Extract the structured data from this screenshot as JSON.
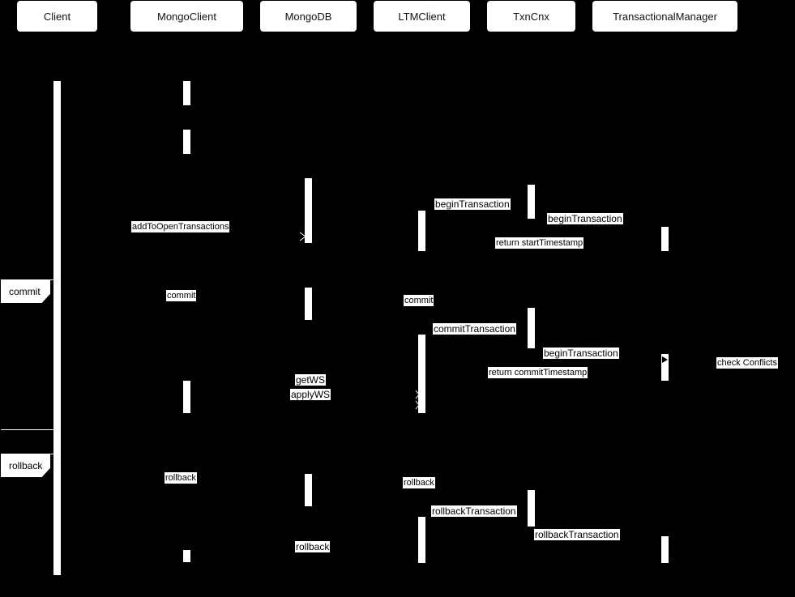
{
  "participants": [
    "Client",
    "MongoClient",
    "MongoDB",
    "LTMClient",
    "TxnCnx",
    "TransactionalManager"
  ],
  "fragments": {
    "commit": "commit",
    "rollback": "rollback"
  },
  "messages": {
    "begin_tx_ltm": "beginTransaction",
    "begin_tx_txn": "beginTransaction",
    "add_to_open": "addToOpenTransactions",
    "return_start_ts": "return startTimestamp",
    "commit_mc": "commit",
    "commit_ltm": "commit",
    "commit_transaction": "commitTransaction",
    "begin_tx_2": "beginTransaction",
    "check_conflicts": "check Conflicts",
    "return_commit_ts": "return commitTimestamp",
    "get_ws": "getWS",
    "apply_ws": "applyWS",
    "rollback_mc": "rollback",
    "rollback_ltm": "rollback",
    "rollback_transaction_1": "rollbackTransaction",
    "rollback_transaction_2": "rollbackTransaction",
    "rollback_db": "rollback"
  },
  "colors": {
    "background": "#000000",
    "foreground": "#ffffff"
  }
}
